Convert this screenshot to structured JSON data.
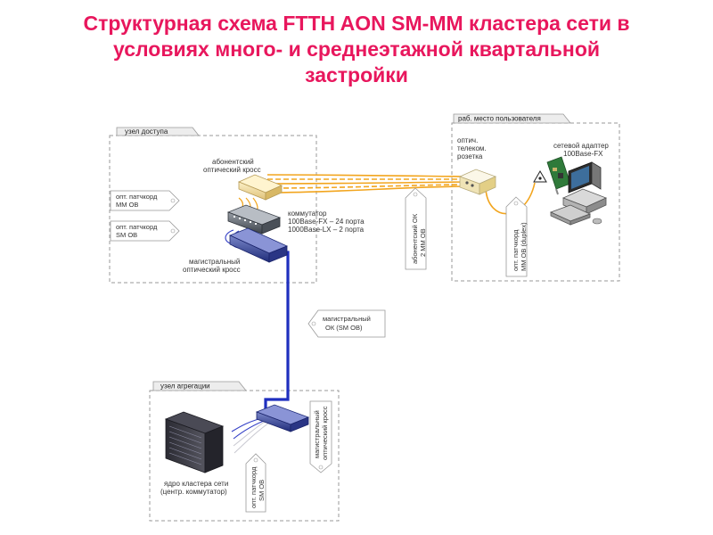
{
  "title": {
    "line1": "Структурная схема FTTH AON SM-MM кластера сети в",
    "line2": "условиях много- и среднеэтажной квартальной",
    "line3": "застройки"
  },
  "zones": {
    "access": "узел доступа",
    "workplace": "раб. место пользователя",
    "aggregation": "узел агрегации"
  },
  "labels": {
    "subscriber_cross": [
      "абонентский",
      "оптический кросс"
    ],
    "switch": [
      "коммутатор",
      "100Base-FX – 24 порта",
      "1000Base-LX – 2 порта"
    ],
    "trunk_cross_access": [
      "магистральный",
      "оптический кросс"
    ],
    "outlet": [
      "оптич.",
      "телеком.",
      "розетка"
    ],
    "net_adapter": [
      "сетевой адаптер",
      "100Base-FX"
    ],
    "core": [
      "ядро кластера сети",
      "(центр. коммутатор)"
    ]
  },
  "tags": {
    "mm_patch": [
      "опт. патчкорд",
      "ММ ОВ"
    ],
    "sm_patch": [
      "опт. патчкорд",
      "SM ОВ"
    ],
    "sub_cable": [
      "абонентский ОК",
      "2 ММ ОВ"
    ],
    "mm_duplex": [
      "опт. патчкорд",
      "ММ ОВ (duplex)"
    ],
    "trunk_cable": [
      "магистральный",
      "ОК (SM ОВ)"
    ],
    "trunk_cross_agg": [
      "магистральный",
      "оптический кросс"
    ],
    "agg_patch": [
      "опт. патчкорд",
      "SM ОВ"
    ]
  },
  "colors": {
    "title": "#e8175d",
    "mm_fiber": "#f2a51e",
    "sm_fiber": "#1f2fbf",
    "zone_border": "#9a9a9a"
  }
}
